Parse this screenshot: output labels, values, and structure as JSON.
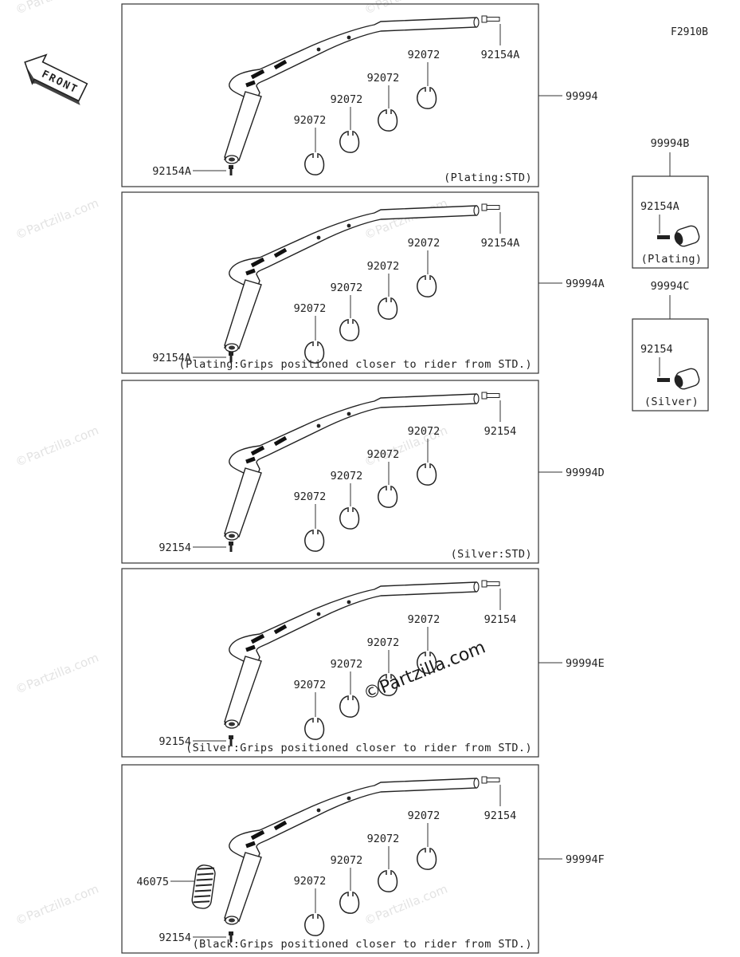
{
  "figure_code": "F2910B",
  "front_label": "FRONT",
  "watermark": "©Partzilla.com",
  "panels": [
    {
      "assembly": "99994",
      "note": "(Plating:STD)",
      "bolt_top": "92154A",
      "bolt_bottom": "92154A",
      "clamps": [
        "92072",
        "92072",
        "92072",
        "92072"
      ],
      "grip": ""
    },
    {
      "assembly": "99994A",
      "note": "(Plating:Grips positioned closer to rider from STD.)",
      "bolt_top": "92154A",
      "bolt_bottom": "92154A",
      "clamps": [
        "92072",
        "92072",
        "92072",
        "92072"
      ],
      "grip": ""
    },
    {
      "assembly": "99994D",
      "note": "(Silver:STD)",
      "bolt_top": "92154",
      "bolt_bottom": "92154",
      "clamps": [
        "92072",
        "92072",
        "92072",
        "92072"
      ],
      "grip": ""
    },
    {
      "assembly": "99994E",
      "note": "(Silver:Grips positioned closer to rider from STD.)",
      "bolt_top": "92154",
      "bolt_bottom": "92154",
      "clamps": [
        "92072",
        "92072",
        "92072",
        "92072"
      ],
      "grip": ""
    },
    {
      "assembly": "99994F",
      "note": "(Black:Grips positioned closer to rider from STD.)",
      "bolt_top": "92154",
      "bolt_bottom": "92154",
      "clamps": [
        "92072",
        "92072",
        "92072",
        "92072"
      ],
      "grip": "46075"
    }
  ],
  "side_kits": [
    {
      "assembly": "99994B",
      "bolt": "92154A",
      "note": "(Plating)"
    },
    {
      "assembly": "99994C",
      "bolt": "92154",
      "note": "(Silver)"
    }
  ]
}
